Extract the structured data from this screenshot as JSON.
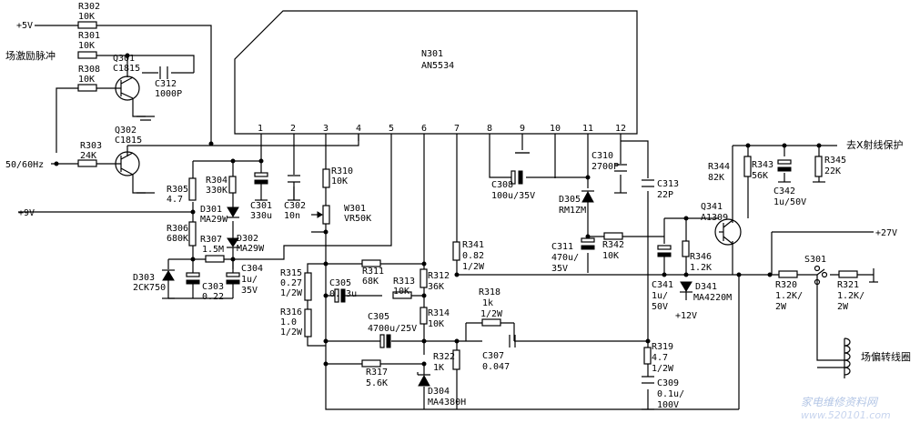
{
  "ic": {
    "ref": "N301",
    "part": "AN5534"
  },
  "pins": [
    "1",
    "2",
    "3",
    "4",
    "5",
    "6",
    "7",
    "8",
    "9",
    "10",
    "11",
    "12"
  ],
  "nets": {
    "v5": "+5V",
    "v9": "+9V",
    "v27": "+27V",
    "v12": "+12V",
    "trigger": "场激励脉冲",
    "hz": "50/60Hz",
    "protect": "去X射线保护",
    "coil": "场偏转线圈"
  },
  "components": {
    "R302": {
      "ref": "R302",
      "val": "10K"
    },
    "R301": {
      "ref": "R301",
      "val": "10K"
    },
    "R308": {
      "ref": "R308",
      "val": "10K"
    },
    "R303": {
      "ref": "R303",
      "val": "24K"
    },
    "Q301": {
      "ref": "Q301",
      "part": "C1815"
    },
    "Q302": {
      "ref": "Q302",
      "part": "C1815"
    },
    "C312": {
      "ref": "C312",
      "val": "1000P"
    },
    "R304": {
      "ref": "R304",
      "val": "330K"
    },
    "R305": {
      "ref": "R305",
      "val": "4.7"
    },
    "C301": {
      "ref": "C301",
      "val": "330u"
    },
    "C302": {
      "ref": "C302",
      "val": "10n"
    },
    "R310": {
      "ref": "R310",
      "val": "10K"
    },
    "W301": {
      "ref": "W301",
      "val": "VR50K"
    },
    "D301": {
      "ref": "D301",
      "part": "MA29W"
    },
    "D302": {
      "ref": "D302",
      "part": "MA29W"
    },
    "R306": {
      "ref": "R306",
      "val": "680K"
    },
    "R307": {
      "ref": "R307",
      "val": "1.5M"
    },
    "D303": {
      "ref": "D303",
      "part": "2CK750"
    },
    "C303": {
      "ref": "C303",
      "val": "0.22"
    },
    "C304": {
      "ref": "C304",
      "val1": "1u/",
      "val2": "35V"
    },
    "R315": {
      "ref": "R315",
      "val1": "0.27",
      "val2": "1/2W"
    },
    "R316": {
      "ref": "R316",
      "val1": "1.0",
      "val2": "1/2W"
    },
    "C305a": {
      "ref": "C305",
      "val": "0.33u"
    },
    "R311": {
      "ref": "R311",
      "val": "68K"
    },
    "R313": {
      "ref": "R313",
      "val": "10K"
    },
    "R312": {
      "ref": "R312",
      "val": "36K"
    },
    "R314": {
      "ref": "R314",
      "val": "10K"
    },
    "C305b": {
      "ref": "C305",
      "val": "4700u/25V"
    },
    "R317": {
      "ref": "R317",
      "val": "5.6K"
    },
    "R322": {
      "ref": "R322",
      "val": "1K"
    },
    "D304": {
      "ref": "D304",
      "part": "MA4380H"
    },
    "R341": {
      "ref": "R341",
      "val1": "0.82",
      "val2": "1/2W"
    },
    "R318": {
      "ref": "R318",
      "val1": "1k",
      "val2": "1/2W"
    },
    "C307": {
      "ref": "C307",
      "val": "0.047"
    },
    "C308": {
      "ref": "C308",
      "val": "100u/35V"
    },
    "D305": {
      "ref": "D305",
      "part": "RM1ZM"
    },
    "C310": {
      "ref": "C310",
      "val": "2700P"
    },
    "C313": {
      "ref": "C313",
      "val": "22P"
    },
    "C311": {
      "ref": "C311",
      "val1": "470u/",
      "val2": "35V"
    },
    "R342": {
      "ref": "R342",
      "val": "10K"
    },
    "C341": {
      "ref": "C341",
      "val1": "1u/",
      "val2": "50V"
    },
    "R346": {
      "ref": "R346",
      "val": "1.2K"
    },
    "D341": {
      "ref": "D341",
      "part": "MA4220M"
    },
    "R319": {
      "ref": "R319",
      "val1": "4.7",
      "val2": "1/2W"
    },
    "C309": {
      "ref": "C309",
      "val1": "0.1u/",
      "val2": "100V"
    },
    "R344": {
      "ref": "R344",
      "val": "82K"
    },
    "R343": {
      "ref": "R343",
      "val": "56K"
    },
    "C342": {
      "ref": "C342",
      "val": "1u/50V"
    },
    "R345": {
      "ref": "R345",
      "val": "22K"
    },
    "Q341": {
      "ref": "Q341",
      "part": "A1309"
    },
    "S301": {
      "ref": "S301"
    },
    "R320": {
      "ref": "R320",
      "val1": "1.2K/",
      "val2": "2W"
    },
    "R321": {
      "ref": "R321",
      "val1": "1.2K/",
      "val2": "2W"
    }
  },
  "watermark": {
    "cn": "家电维修资料网",
    "url": "www.520101.com"
  }
}
